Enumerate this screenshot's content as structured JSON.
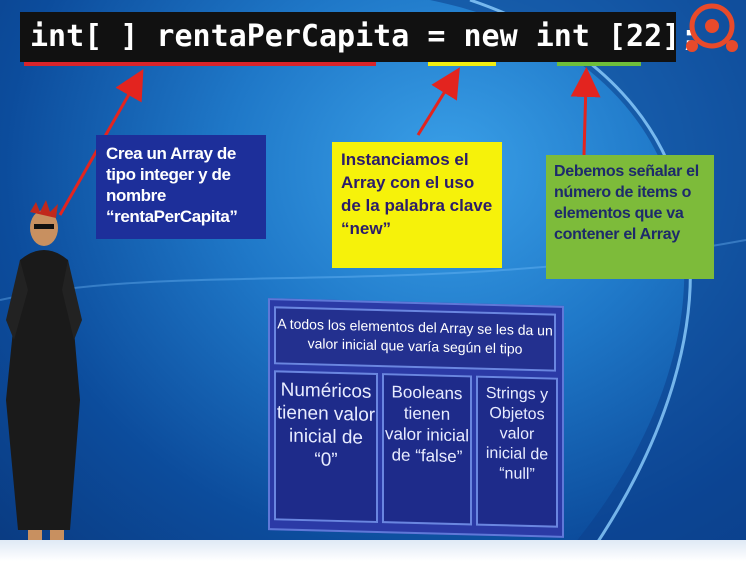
{
  "code_line": "int[ ] rentaPerCapita = new int [22];",
  "box_array": "Crea un Array de tipo integer y de nombre “rentaPerCapita”",
  "box_new": "Instanciamos el Array con el uso de la palabra clave “new”",
  "box_size": "Debemos señalar el número de items o elementos que va contener el Array",
  "panel": {
    "header": "A todos los elementos del Array se les da un valor inicial que varía según el tipo",
    "cells": [
      "Numéricos tienen valor inicial de “0”",
      "Booleans tienen valor inicial de “false”",
      "Strings y Objetos valor inicial de “null”"
    ]
  },
  "colors": {
    "underline_red": "#d9242a",
    "underline_yellow": "#f2ee10",
    "underline_green": "#6fbf3a",
    "arrow": "#e3241f"
  }
}
